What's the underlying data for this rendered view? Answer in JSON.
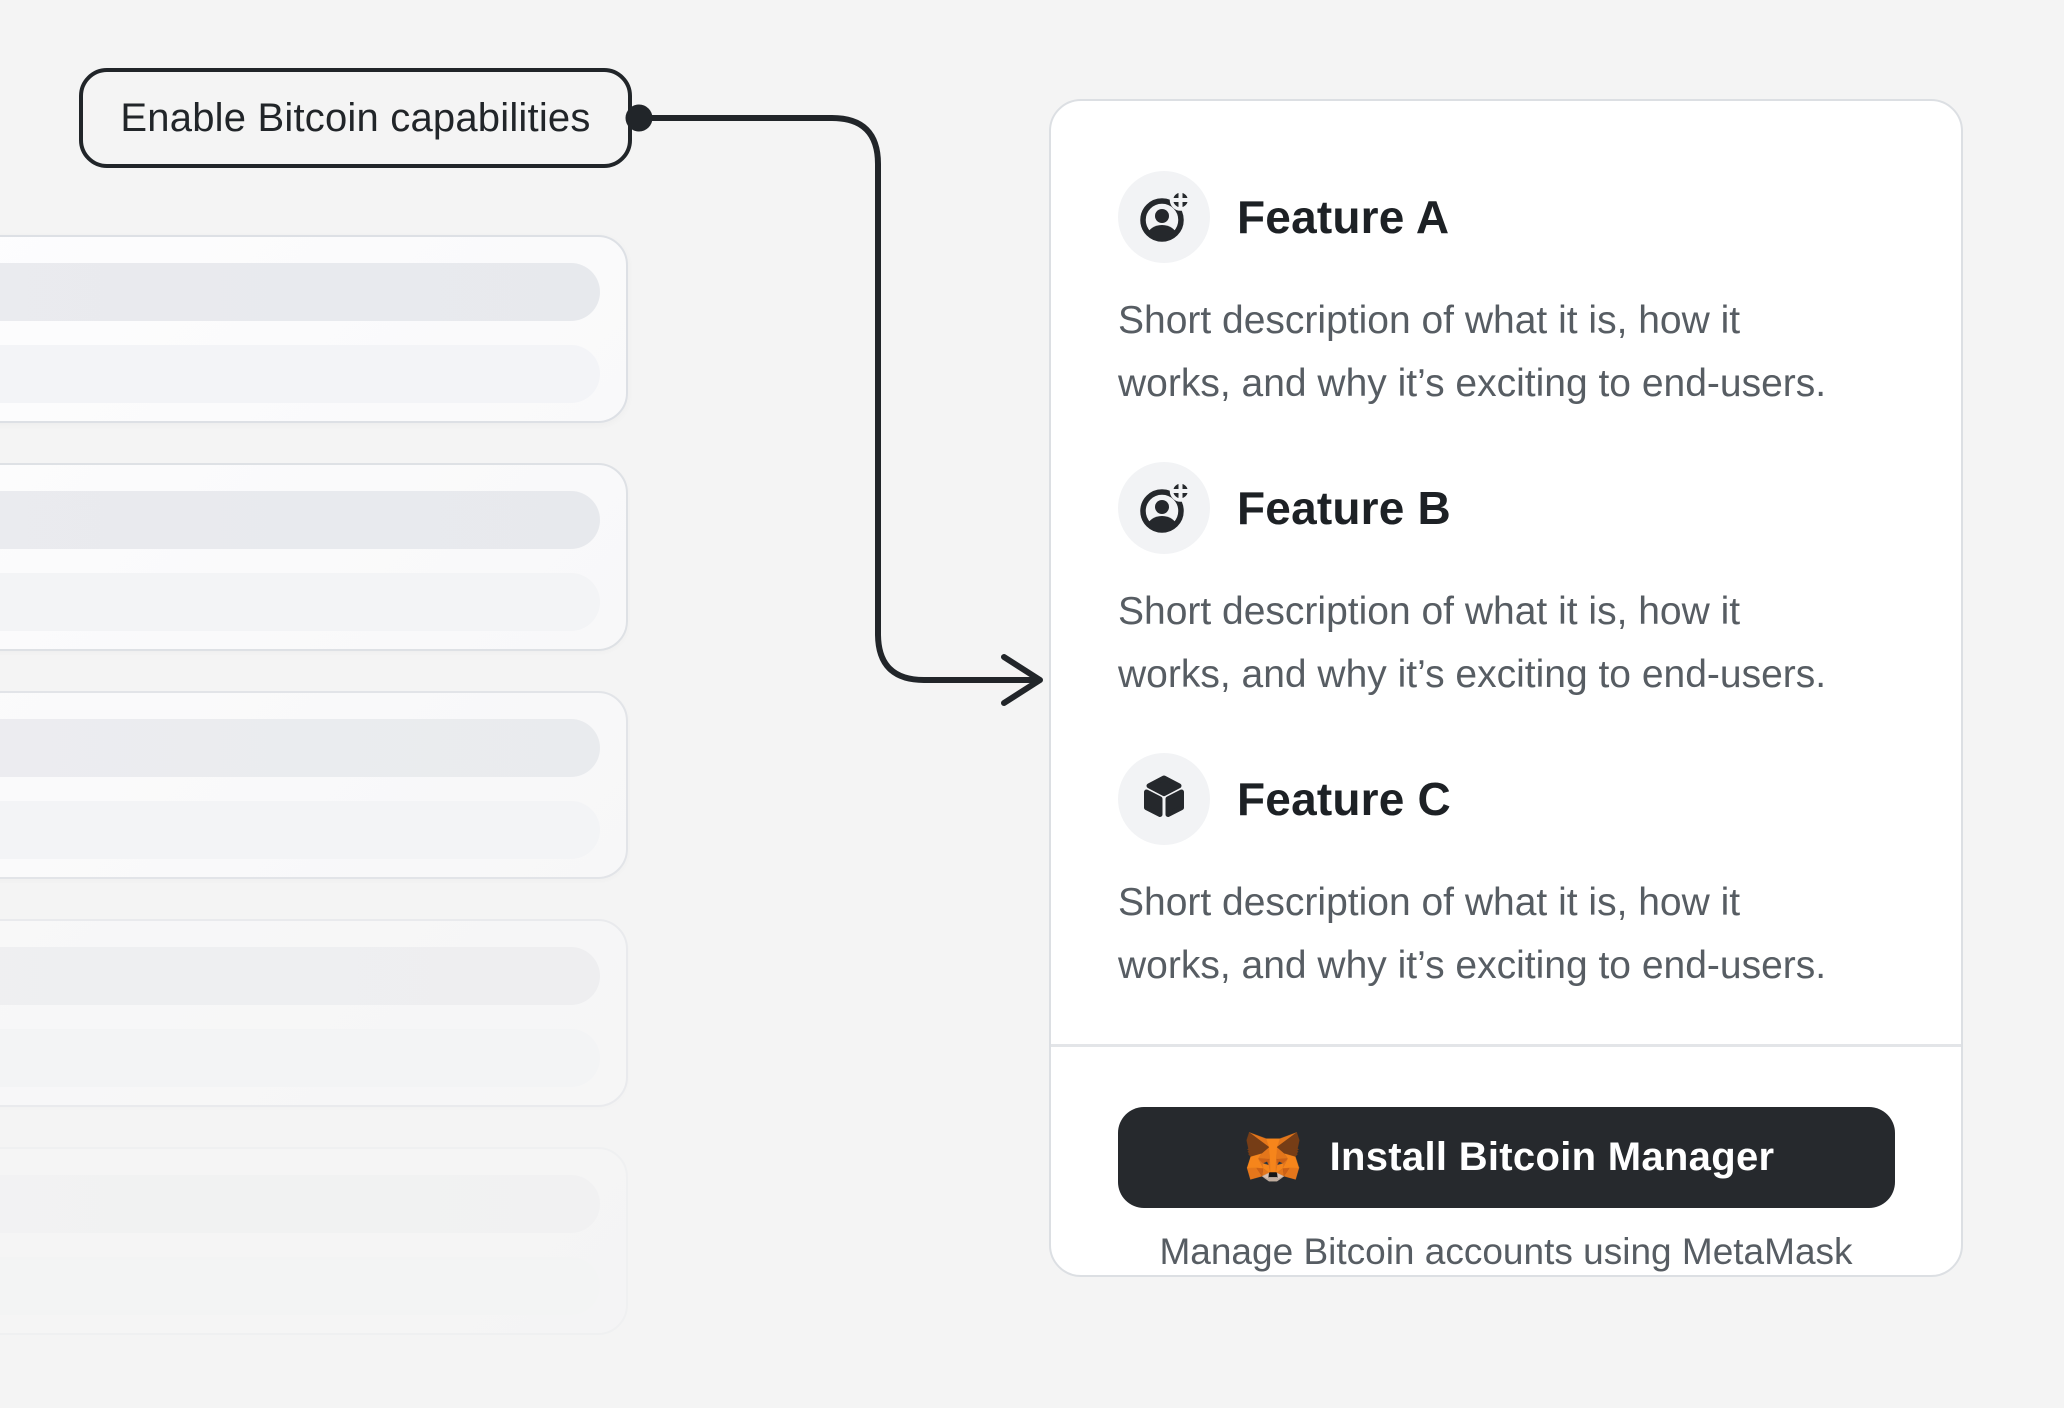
{
  "callout": {
    "label": "Enable Bitcoin capabilities"
  },
  "card": {
    "features": [
      {
        "icon": "user-add-icon",
        "title": "Feature A",
        "lines": [
          "Short description of what it is, how it",
          "works, and why it’s exciting to end-users."
        ]
      },
      {
        "icon": "user-add-icon",
        "title": "Feature B",
        "lines": [
          "Short description of what it is, how it",
          "works, and why it’s exciting to end-users."
        ]
      },
      {
        "icon": "cube-icon",
        "title": "Feature C",
        "lines": [
          "Short description of what it is, how it",
          "works, and why it’s exciting to end-users."
        ]
      }
    ],
    "footer": {
      "button_label": "Install Bitcoin Manager",
      "caption": "Manage Bitcoin accounts using MetaMask"
    }
  },
  "colors": {
    "page_bg": "#f4f4f4",
    "accent_dark": "#25282c",
    "text_secondary": "#575d63",
    "metamask_orange": "#f6851b"
  }
}
